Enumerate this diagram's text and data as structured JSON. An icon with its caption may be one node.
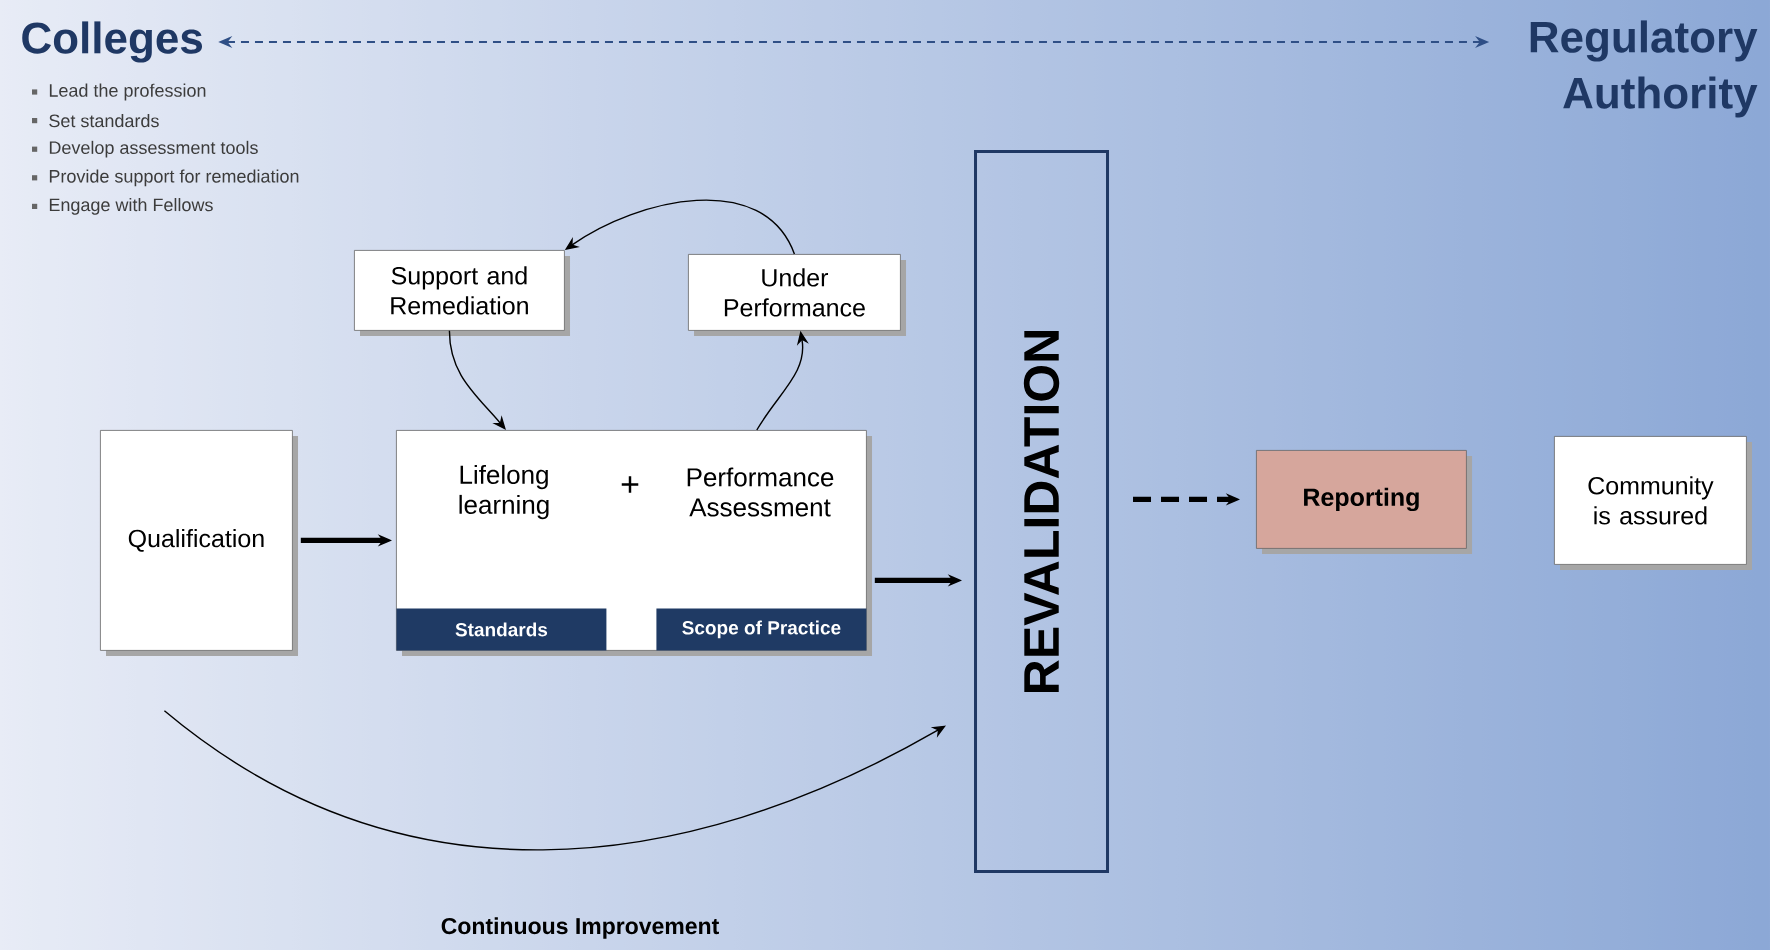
{
  "diagram": {
    "nodes": [
      {
        "text": [
          "Colleges"
        ],
        "beside": [
          "Lead the profession",
          "Set standards",
          "Develop  assessment tools",
          "Provide support for remediation",
          "Engage with Fellows"
        ]
      },
      {
        "text": [
          "Regulatory Authority"
        ]
      },
      {
        "text": [
          "Support and Remediation"
        ]
      },
      {
        "text": [
          "Under Performance"
        ]
      },
      {
        "text": [
          "Qualification"
        ]
      },
      {
        "text": [
          "Lifelong learning",
          "+",
          "Performance Assessment"
        ]
      },
      {
        "text": [
          "Standards"
        ],
        "in": 5
      },
      {
        "text": [
          "Scope of Practice"
        ],
        "in": 5
      },
      {
        "text": [
          "REVALIDATION"
        ]
      },
      {
        "text": [
          "Reporting"
        ]
      },
      {
        "text": [
          "Community is assured"
        ]
      }
    ],
    "edges": [
      {
        "from": 0,
        "to": 1,
        "arrow": "both",
        "style": "dashed",
        "color": "#2f4f86"
      },
      {
        "from": 3,
        "to": 2,
        "arrow": "to"
      },
      {
        "from": 2,
        "to": 5,
        "arrow": "to"
      },
      {
        "from": 5,
        "to": 3,
        "arrow": "to"
      },
      {
        "from": 4,
        "to": 5,
        "arrow": "to",
        "style": "thick"
      },
      {
        "from": 5,
        "to": 8,
        "arrow": "to",
        "style": "thick"
      },
      {
        "from": 8,
        "to": 9,
        "arrow": "to",
        "style": "dashed"
      },
      {
        "from": 4,
        "to": 8,
        "arrow": "to",
        "label": "Continuous Improvement"
      }
    ]
  }
}
